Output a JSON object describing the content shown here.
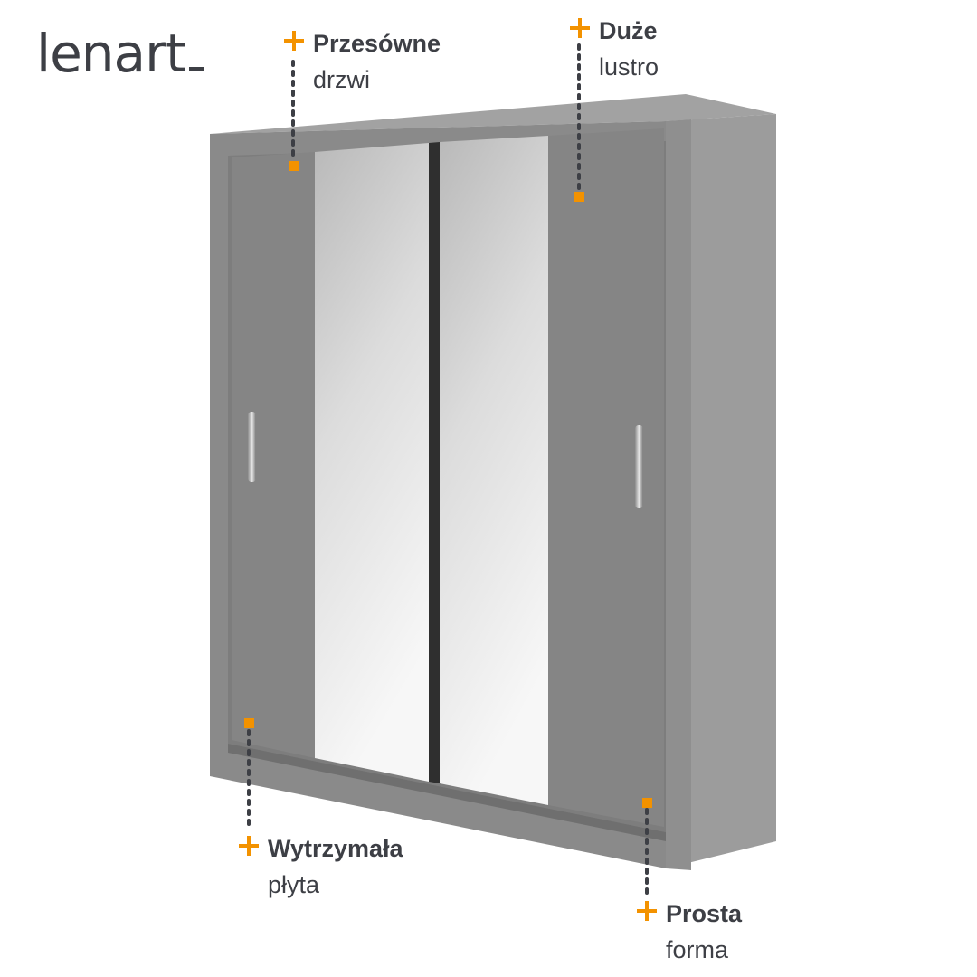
{
  "brand": {
    "logo_text": "lenart",
    "accent_color": "#f39200",
    "text_color": "#3d3f45"
  },
  "product": {
    "color": "#8a8a8a",
    "icon": "sliding-wardrobe-icon"
  },
  "callouts": [
    {
      "title": "Przesówne",
      "subtitle": "drzwi"
    },
    {
      "title": "Duże",
      "subtitle": "lustro"
    },
    {
      "title": "Wytrzymała",
      "subtitle": "płyta"
    },
    {
      "title": "Prosta",
      "subtitle": "forma"
    }
  ]
}
